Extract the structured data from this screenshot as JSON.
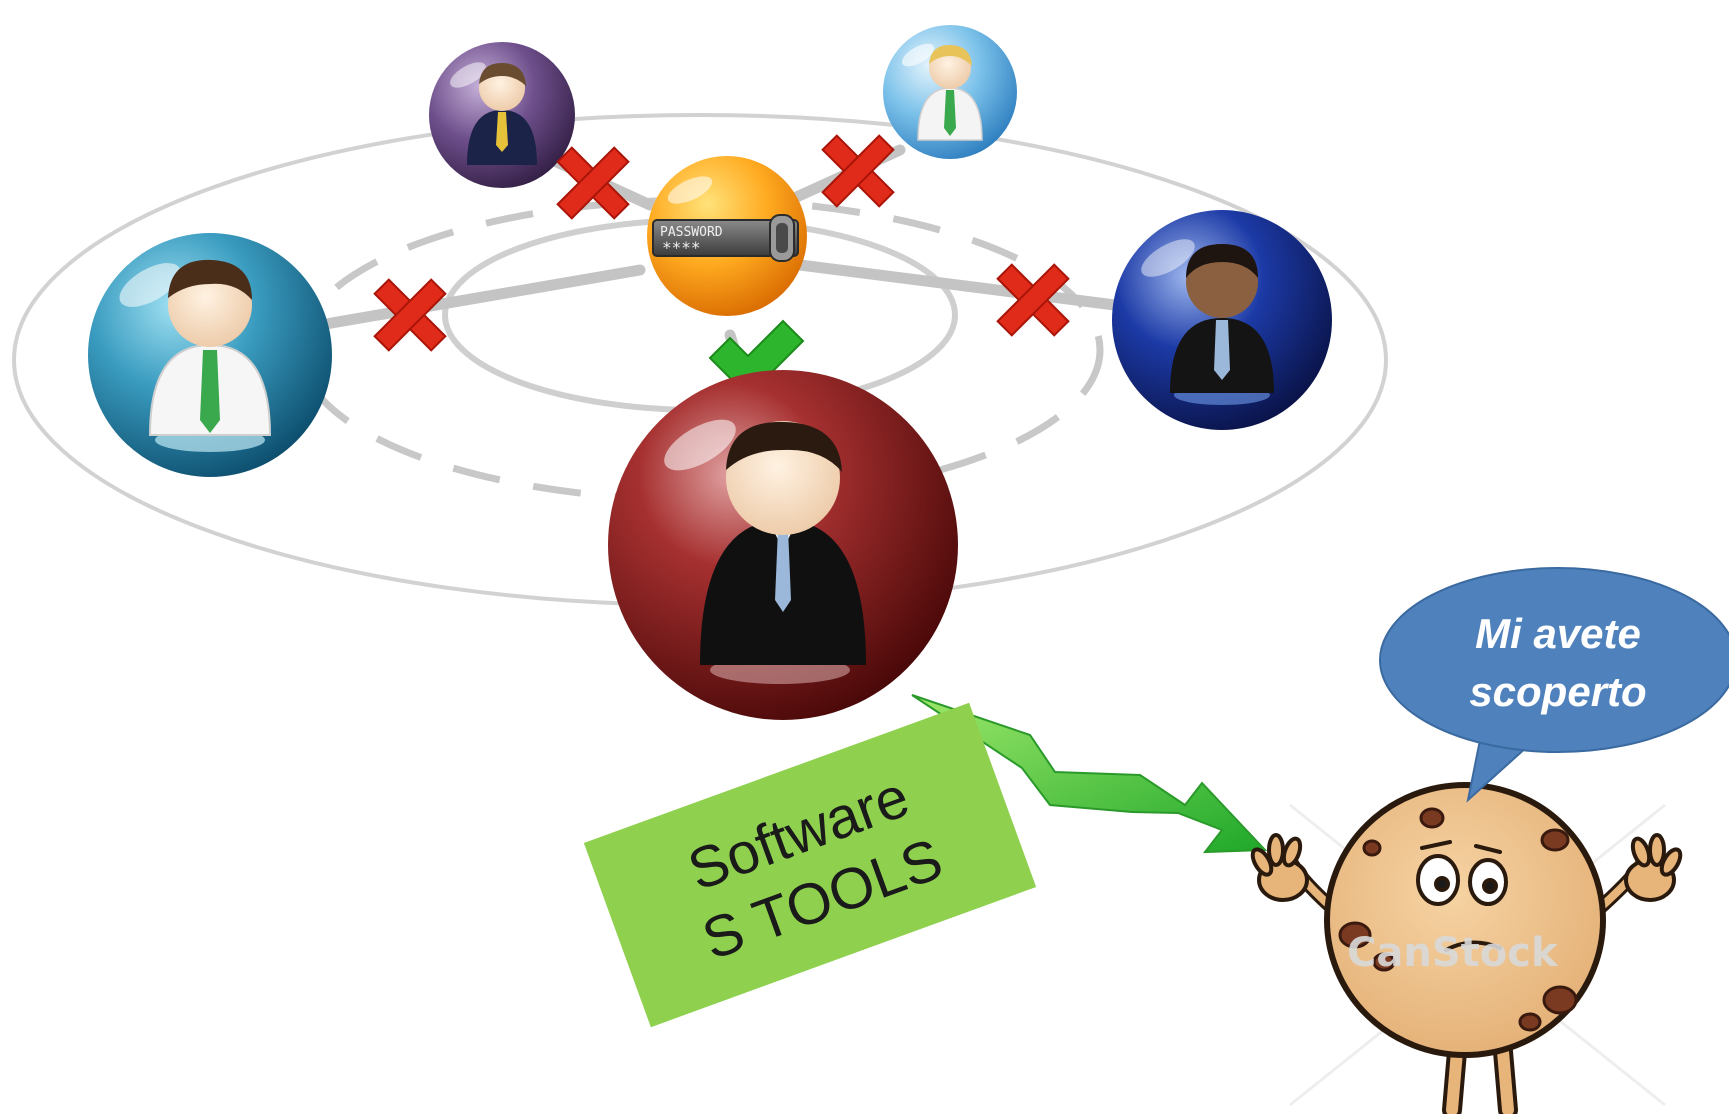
{
  "diagram": {
    "speech_bubble": {
      "line1": "Mi avete",
      "line2": "scoperto"
    },
    "tool_box": {
      "line1": "Software",
      "line2": "S TOOLS"
    },
    "password_key": {
      "label": "PASSWORD",
      "mask": "****"
    },
    "watermark": "CanStock",
    "icons": [
      "person-sphere",
      "password-key",
      "blocked-x",
      "allowed-check",
      "cookie-character"
    ],
    "colors": {
      "check": "#2db52d",
      "cross": "#e02a1a",
      "tool_box": "#8fd14f",
      "speech_bubble": "#4f81bd",
      "arrow": "#3cc43c"
    }
  }
}
